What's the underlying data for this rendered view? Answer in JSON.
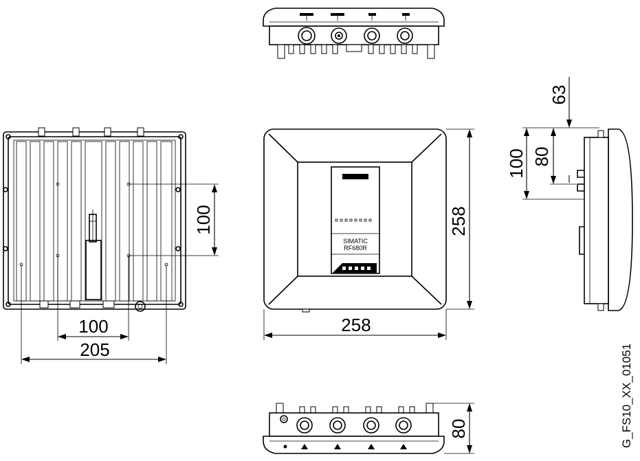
{
  "dimensions": {
    "rear_vertical_spacing": "100",
    "rear_horizontal_spacing": "100",
    "rear_overall_spacing": "205",
    "front_width": "258",
    "front_height": "258",
    "side_depth": "63",
    "side_spacing_small": "80",
    "side_spacing_large": "100",
    "bottom_depth": "80"
  },
  "product": {
    "brand": "SIMATIC",
    "model": "RF680R"
  },
  "drawing_code": "G_FS10_XX_01051"
}
